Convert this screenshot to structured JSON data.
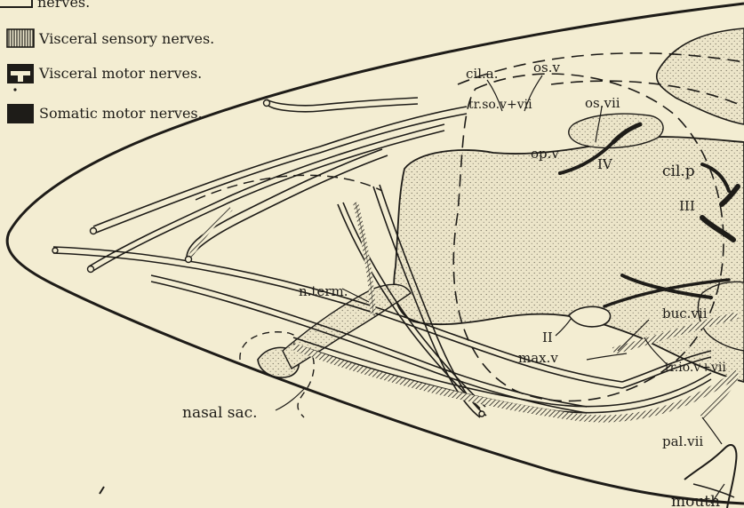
{
  "legend": {
    "partial_text": "nerves.",
    "visceral_sensory": "Visceral sensory nerves.",
    "visceral_motor": "Visceral motor nerves.",
    "somatic_motor": "Somatic motor nerves."
  },
  "labels": {
    "cil_a": "cil.a.",
    "os_v": "os.v",
    "tr_so": "tr.so.v+vii",
    "os_vii": "os.vii",
    "op_v": "op.v",
    "iv": "IV",
    "cil_p": "cil.p",
    "iii": "III",
    "n_term": "n.term.",
    "ii": "II",
    "buc_vii": "buc.vii",
    "max_v": "max.v",
    "tr_io": "tr.io.v+vii",
    "nasal_sac": "nasal sac.",
    "pal_vii": "pal.vii",
    "mouth": "mouth"
  },
  "colors": {
    "background": "#f3edd2",
    "ink": "#1e1c18",
    "stipple_fill": "#e4ddc0"
  }
}
